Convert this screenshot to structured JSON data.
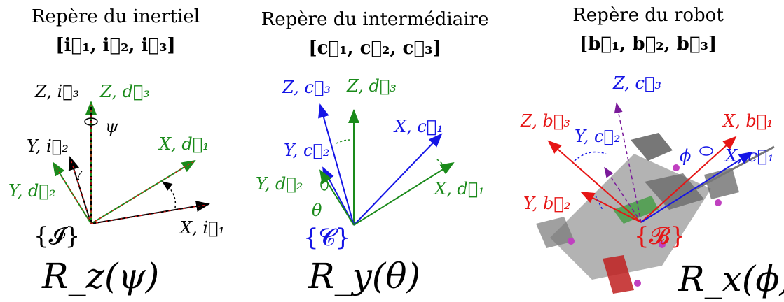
{
  "panels": [
    {
      "title": "Repère du inertiel",
      "basis": "[i⃗₁, i⃗₂, i⃗₃]",
      "frame": "{𝓘}",
      "rotation": "R_z(ψ)",
      "angle": "ψ",
      "labels": {
        "z_i": "Z, i⃗₃",
        "z_d": "Z, d⃗₃",
        "y_i": "Y, i⃗₂",
        "y_d": "Y, d⃗₂",
        "x_d": "X, d⃗₁",
        "x_i": "X, i⃗₁"
      }
    },
    {
      "title": "Repère du intermédiaire",
      "basis": "[c⃗₁, c⃗₂, c⃗₃]",
      "frame": "{𝓒}",
      "rotation": "R_y(θ)",
      "angle": "θ",
      "labels": {
        "z_c": "Z, c⃗₃",
        "z_d": "Z, d⃗₃",
        "x_c": "X, c⃗₁",
        "y_c": "Y, c⃗₂",
        "y_d": "Y, d⃗₂",
        "x_d": "X, d⃗₁"
      }
    },
    {
      "title": "Repère du robot",
      "basis": "[b⃗₁, b⃗₂, b⃗₃]",
      "frame": "{𝓑}",
      "rotation": "R_x(ϕ)",
      "angle": "ϕ",
      "labels": {
        "z_c": "Z, c⃗₃",
        "z_b": "Z, b⃗₃",
        "y_c": "Y, c⃗₂",
        "x_b": "X, b⃗₁",
        "x_c": "X, c⃗₁",
        "y_b": "Y, b⃗₂"
      }
    }
  ],
  "colors": {
    "black": "#000000",
    "green": "#1a8a1a",
    "blue": "#1515e6",
    "red": "#e61515"
  }
}
